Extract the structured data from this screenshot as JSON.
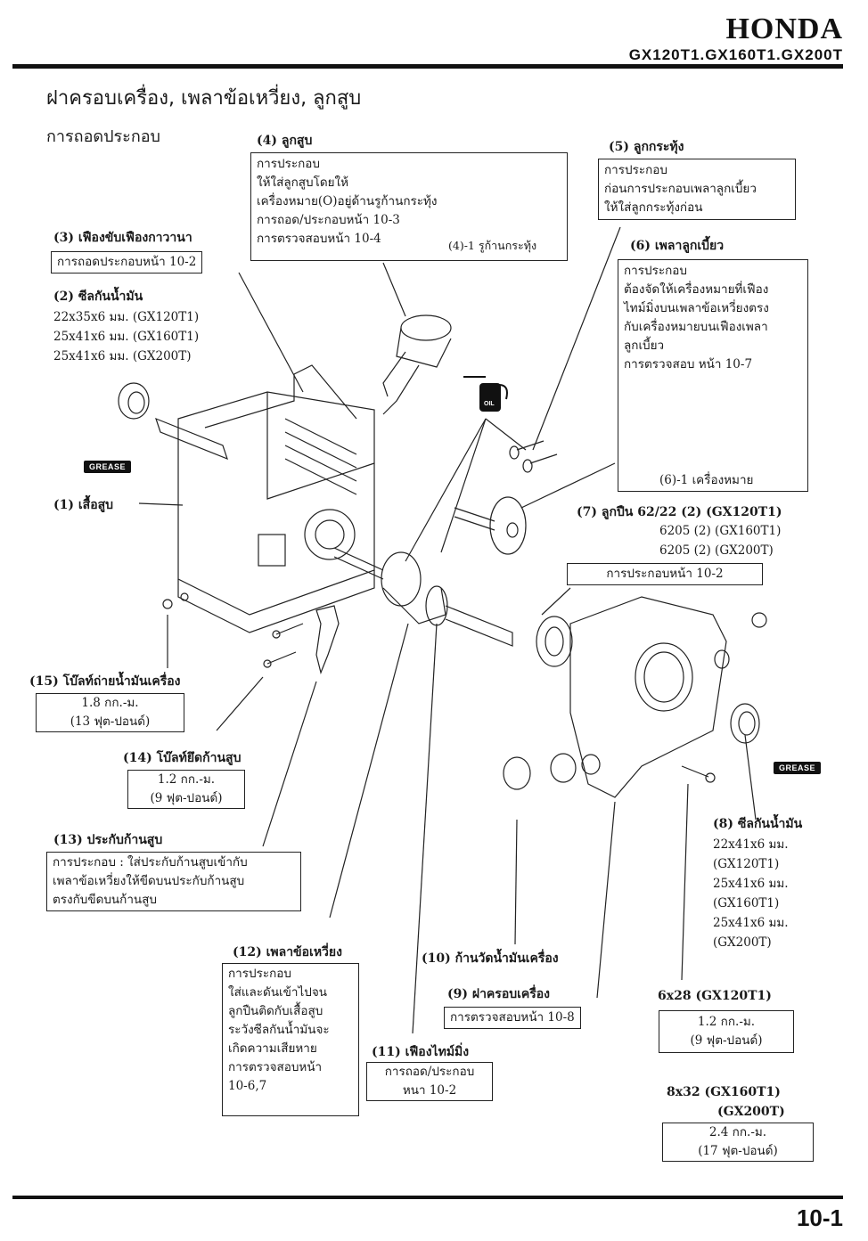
{
  "header": {
    "brand": "HONDA",
    "models": "GX120T1.GX160T1.GX200T"
  },
  "page_title": "ฝาครอบเครื่อง, เพลาข้อเหวี่ยง, ลูกสูบ",
  "section_title": "การถอดประกอบ",
  "footer": {
    "page_number": "10-1"
  },
  "icons": {
    "grease_label": "GREASE",
    "oil_label": "OIL"
  },
  "callouts": {
    "c1": {
      "label": "(1) เสื้อสูบ"
    },
    "c2": {
      "label": "(2) ซีลกันน้ำมัน",
      "lines": [
        "22x35x6 มม. (GX120T1)",
        "25x41x6 มม. (GX160T1)",
        "25x41x6 มม. (GX200T)"
      ]
    },
    "c3": {
      "label": "(3) เฟืองขับเฟืองกาวานา",
      "box": "การถอดประกอบหน้า 10-2"
    },
    "c4": {
      "label": "(4) ลูกสูบ",
      "lines": [
        "การประกอบ",
        "ให้ใส่ลูกสูบโดยให้",
        "เครื่องหมาย(O)อยู่ด้านรูก้านกระทุ้ง",
        "การถอด/ประกอบหน้า 10-3",
        "การตรวจสอบหน้า 10-4"
      ],
      "sub": "(4)-1 รูก้านกระทุ้ง"
    },
    "c5": {
      "label": "(5) ลูกกระทุ้ง",
      "lines": [
        "การประกอบ",
        "ก่อนการประกอบเพลาลูกเบี้ยว",
        "ให้ใส่ลูกกระทุ้งก่อน"
      ]
    },
    "c6": {
      "label": "(6) เพลาลูกเบี้ยว",
      "lines": [
        "การประกอบ",
        "ต้องจัดให้เครื่องหมายที่เฟือง",
        "ไทม์มิ่งบนเพลาข้อเหวี่ยงตรง",
        "กับเครื่องหมายบนเฟืองเพลา",
        "ลูกเบี้ยว",
        "การตรวจสอบ หน้า 10-7"
      ],
      "sub": "(6)-1 เครื่องหมาย"
    },
    "c7": {
      "label": "(7) ลูกปืน 62/22 (2) (GX120T1)",
      "lines": [
        "6205 (2) (GX160T1)",
        "6205 (2) (GX200T)"
      ],
      "box": "การประกอบหน้า 10-2"
    },
    "c8": {
      "label": "(8) ซีลกันน้ำมัน",
      "lines": [
        "22x41x6 มม.",
        "(GX120T1)",
        "25x41x6 มม.",
        "(GX160T1)",
        "25x41x6 มม.",
        "(GX200T)"
      ]
    },
    "c9": {
      "label": "(9) ฝาครอบเครื่อง",
      "box": "การตรวจสอบหน้า 10-8"
    },
    "c10": {
      "label": "(10) ก้านวัดน้ำมันเครื่อง"
    },
    "c11": {
      "label": "(11) เฟืองไทม์มิ่ง",
      "lines": [
        "การถอด/ประกอบ",
        "หนา 10-2"
      ]
    },
    "c12": {
      "label": "(12) เพลาข้อเหวี่ยง",
      "lines": [
        "การประกอบ",
        "ใส่และดันเข้าไปจน",
        "ลูกปืนติดกับเสื้อสูบ",
        "ระวังซีลกันน้ำมันจะ",
        "เกิดความเสียหาย",
        "การตรวจสอบหน้า",
        "10-6,7"
      ]
    },
    "c13": {
      "label": "(13) ประกับก้านสูบ",
      "lines": [
        "การประกอบ : ใส่ประกับก้านสูบเข้ากับ",
        "เพลาข้อเหวี่ยงให้ขีดบนประกับก้านสูบ",
        "ตรงกับขีดบนก้านสูบ"
      ]
    },
    "c14": {
      "label": "(14) โบ๊ลท์ยึดก้านสูบ",
      "lines": [
        "1.2 กก.-ม.",
        "(9 ฟุต-ปอนด์)"
      ]
    },
    "c15": {
      "label": "(15) โบ๊ลท์ถ่ายน้ำมันเครื่อง",
      "lines": [
        "1.8 กก.-ม.",
        "(13 ฟุต-ปอนด์)"
      ]
    },
    "bolt_a": {
      "label": "6x28 (GX120T1)",
      "lines": [
        "1.2 กก.-ม.",
        "(9 ฟุต-ปอนด์)"
      ]
    },
    "bolt_b": {
      "label": "8x32 (GX160T1)",
      "label2": "(GX200T)",
      "lines": [
        "2.4 กก.-ม.",
        "(17 ฟุต-ปอนด์)"
      ]
    }
  }
}
